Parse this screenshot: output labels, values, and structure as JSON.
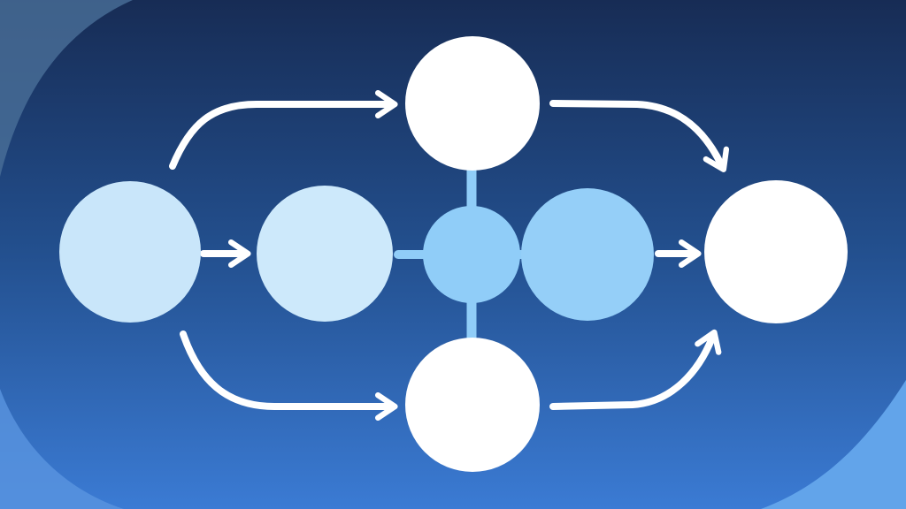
{
  "diagram": {
    "type": "flow",
    "text": [],
    "nodes": [
      {
        "id": "source",
        "fill": "#c9e6fa"
      },
      {
        "id": "step-2",
        "fill": "#cde9fb"
      },
      {
        "id": "hub",
        "fill": "#90cdf8"
      },
      {
        "id": "step-4",
        "fill": "#95cff8"
      },
      {
        "id": "target",
        "fill": "#ffffff"
      },
      {
        "id": "top-branch",
        "fill": "#ffffff"
      },
      {
        "id": "bottom-branch",
        "fill": "#ffffff"
      }
    ],
    "edges": [
      {
        "from": "source",
        "to": "top-branch"
      },
      {
        "from": "source",
        "to": "step-2"
      },
      {
        "from": "source",
        "to": "bottom-branch"
      },
      {
        "from": "top-branch",
        "to": "target"
      },
      {
        "from": "step-4",
        "to": "target"
      },
      {
        "from": "bottom-branch",
        "to": "target"
      }
    ],
    "colors": {
      "background_top": "#172c55",
      "background_bottom": "#3b7bd4",
      "arrow": "#ffffff",
      "connector": "#90cdf8"
    }
  }
}
